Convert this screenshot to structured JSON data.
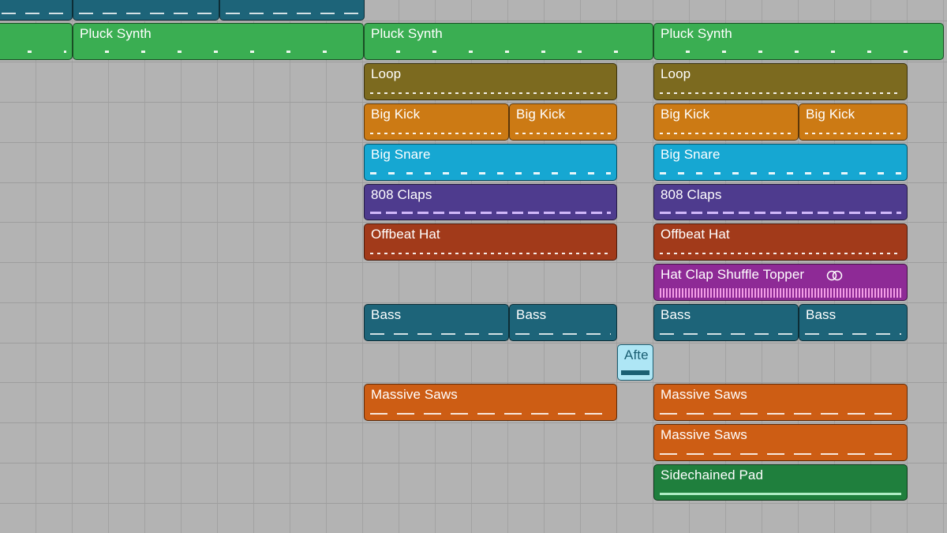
{
  "colors": {
    "pluck": "#3aae52",
    "loop": "#7c6a1f",
    "kick": "#cc7a14",
    "snare": "#16a7d2",
    "claps": "#4e3b8e",
    "hat": "#a23a1a",
    "topper": "#8e2a96",
    "bass": "#1d6479",
    "after": "#aee6f5",
    "saws": "#cd5d14",
    "pad": "#1f7f3d"
  },
  "regions": {
    "top_1": "",
    "top_2": "",
    "top_3": "",
    "pluck_1": "Pluck Synth",
    "pluck_2": "Pluck Synth",
    "pluck_3": "Pluck Synth",
    "loop_1": "Loop",
    "loop_2": "Loop",
    "kick_1": "Big Kick",
    "kick_2": "Big Kick",
    "kick_3": "Big Kick",
    "kick_4": "Big Kick",
    "snare_1": "Big Snare",
    "snare_2": "Big Snare",
    "claps_1": "808 Claps",
    "claps_2": "808 Claps",
    "hat_1": "Offbeat Hat",
    "hat_2": "Offbeat Hat",
    "topper_1": "Hat Clap Shuffle Topper",
    "bass_1": "Bass",
    "bass_2": "Bass",
    "bass_3": "Bass",
    "bass_4": "Bass",
    "after_1": "Afte",
    "saws_1": "Massive Saws",
    "saws_2": "Massive Saws",
    "saws_3": "Massive Saws",
    "pad_1": "Sidechained Pad"
  },
  "icons": {
    "topper_loop": "loop-link-icon"
  }
}
